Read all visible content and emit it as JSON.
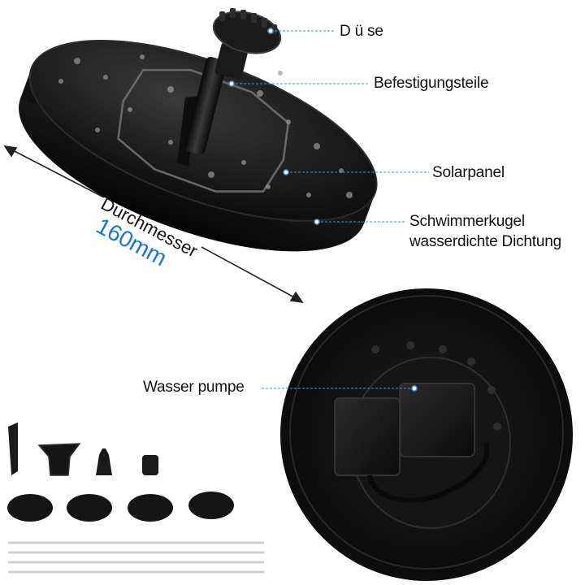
{
  "labels": {
    "nozzle": "D ü se",
    "mount": "Befestigungsteile",
    "panel": "Solarpanel",
    "float_line1": "Schwimmerkugel",
    "float_line2": "wasserdichte Dichtung",
    "pump": "Wasser pumpe"
  },
  "dimension": {
    "label": "Durchmesser",
    "value": "160mm"
  },
  "colors": {
    "accent": "#1c73d8",
    "leader_line": "#4a8fe0",
    "product": "#151515"
  }
}
